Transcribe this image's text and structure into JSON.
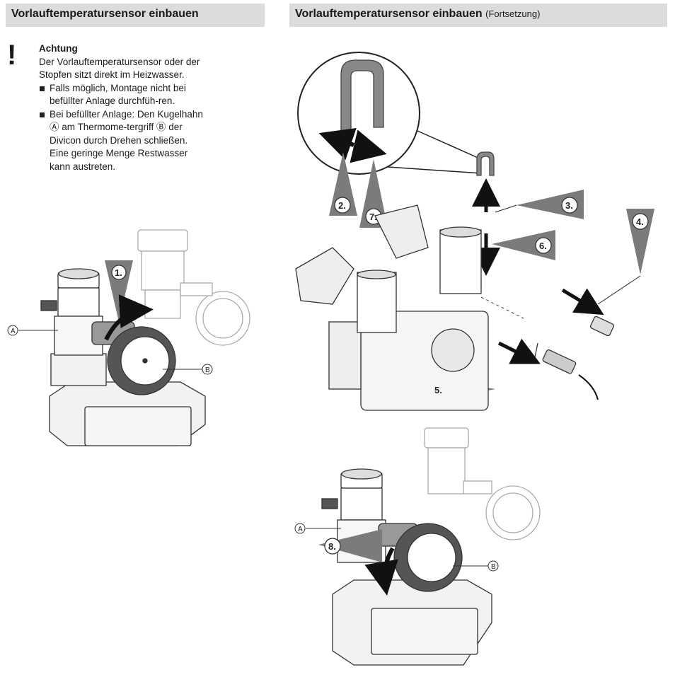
{
  "left": {
    "header": "Vorlauftemperatursensor einbauen",
    "warning": {
      "mark": "!",
      "title": "Achtung",
      "intro": "Der Vorlauftemperatursensor oder der Stopfen sitzt direkt im Heizwasser.",
      "bullets": [
        "Falls möglich, Montage nicht bei befüllter Anlage durchfüh-ren.",
        "Bei befüllter Anlage: Den Kugelhahn Ⓐ am Thermome-tergriff Ⓑ der Divicon durch Drehen schließen. Eine geringe Menge Restwasser kann austreten."
      ]
    },
    "figure": {
      "step": "1.",
      "label_a": "A",
      "label_b": "B"
    }
  },
  "right": {
    "header": "Vorlauftemperatursensor einbauen",
    "header_suffix": "(Fortsetzung)",
    "figure_top": {
      "steps": [
        "2.",
        "7.",
        "3.",
        "6.",
        "4.",
        "5."
      ]
    },
    "figure_bottom": {
      "step": "8.",
      "label_a": "A",
      "label_b": "B"
    }
  }
}
